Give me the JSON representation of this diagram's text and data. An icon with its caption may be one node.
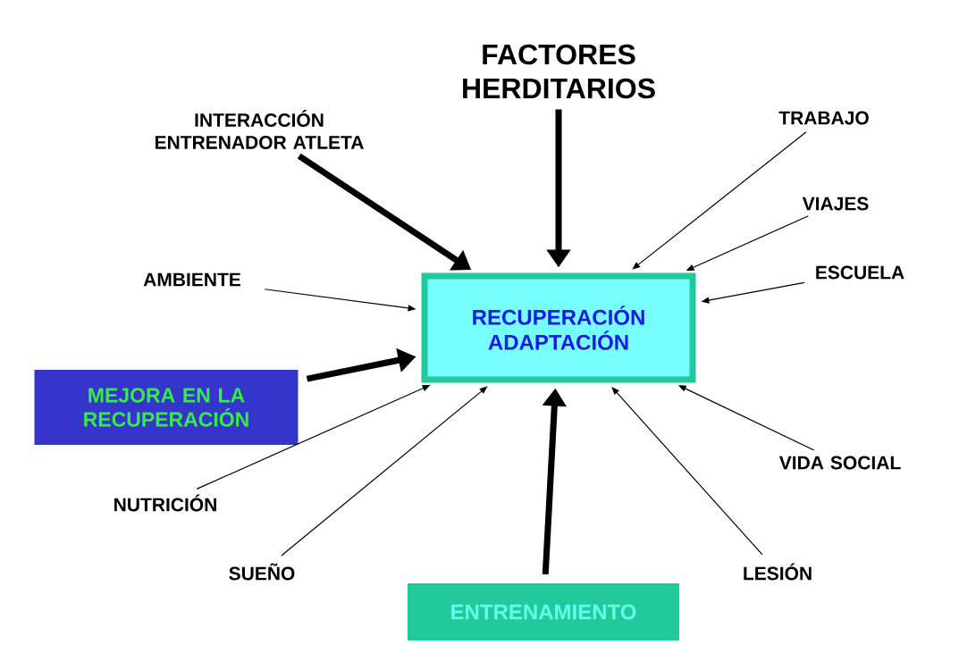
{
  "diagram": {
    "nodes": [
      {
        "text": [
          "RECUPERACIÓN ADAPTACIÓN"
        ]
      },
      {
        "text": [
          "FACTORES HERDITARIOS"
        ]
      },
      {
        "text": [
          "INTERACCIÓN ENTRENADOR ATLETA"
        ]
      },
      {
        "text": [
          "TRABAJO"
        ]
      },
      {
        "text": [
          "VIAJES"
        ]
      },
      {
        "text": [
          "ESCUELA"
        ]
      },
      {
        "text": [
          "AMBIENTE"
        ]
      },
      {
        "text": [
          "MEJORA EN LA RECUPERACIÓN"
        ]
      },
      {
        "text": [
          "VIDA SOCIAL"
        ]
      },
      {
        "text": [
          "NUTRICIÓN"
        ]
      },
      {
        "text": [
          "SUEÑO"
        ]
      },
      {
        "text": [
          "LESIÓN"
        ]
      },
      {
        "text": [
          "ENTRENAMIENTO"
        ]
      }
    ],
    "edges": [
      {
        "from": 1,
        "to": 0,
        "arrow": "to",
        "style": "thick"
      },
      {
        "from": 2,
        "to": 0,
        "arrow": "to",
        "style": "thick"
      },
      {
        "from": 3,
        "to": 0,
        "arrow": "to"
      },
      {
        "from": 4,
        "to": 0,
        "arrow": "to"
      },
      {
        "from": 5,
        "to": 0,
        "arrow": "to"
      },
      {
        "from": 6,
        "to": 0,
        "arrow": "to"
      },
      {
        "from": 7,
        "to": 0,
        "arrow": "to",
        "style": "thick"
      },
      {
        "from": 8,
        "to": 0,
        "arrow": "to"
      },
      {
        "from": 9,
        "to": 0,
        "arrow": "to"
      },
      {
        "from": 10,
        "to": 0,
        "arrow": "to"
      },
      {
        "from": 11,
        "to": 0,
        "arrow": "to"
      },
      {
        "from": 12,
        "to": 0,
        "arrow": "to",
        "style": "thick"
      }
    ]
  }
}
